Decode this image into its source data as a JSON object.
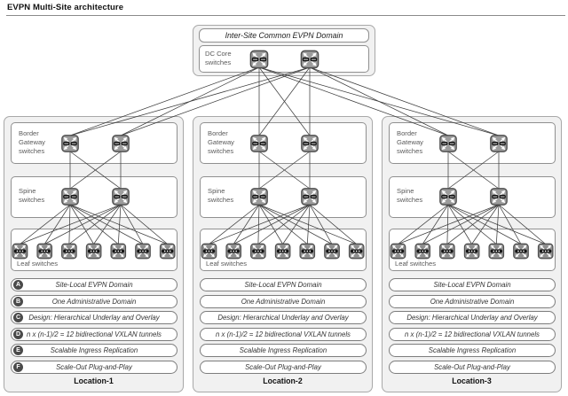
{
  "title": "EVPN Multi-Site architecture",
  "top": {
    "inter_site_label": "Inter-Site Common EVPN Domain",
    "dc_core_label": "DC Core switches"
  },
  "locations": [
    {
      "name": "Location-1",
      "bgw_label": "Border Gateway switches",
      "spine_label": "Spine switches",
      "leaf_label": "Leaf switches",
      "rows": [
        {
          "badge": "A",
          "text": "Site-Local EVPN Domain"
        },
        {
          "badge": "B",
          "text": "One Administrative Domain"
        },
        {
          "badge": "C",
          "text": "Design: Hierarchical Underlay and Overlay"
        },
        {
          "badge": "D",
          "text": "n x (n-1)/2 = 12 bidirectional VXLAN tunnels"
        },
        {
          "badge": "E",
          "text": "Scalable Ingress Replication"
        },
        {
          "badge": "F",
          "text": "Scale-Out Plug-and-Play"
        }
      ]
    },
    {
      "name": "Location-2",
      "bgw_label": "Border Gateway switches",
      "spine_label": "Spine switches",
      "leaf_label": "Leaf switches",
      "rows": [
        {
          "text": "Site-Local EVPN Domain"
        },
        {
          "text": "One Administrative Domain"
        },
        {
          "text": "Design: Hierarchical Underlay and Overlay"
        },
        {
          "text": "n x (n-1)/2 = 12 bidirectional VXLAN tunnels"
        },
        {
          "text": "Scalable Ingress Replication"
        },
        {
          "text": "Scale-Out Plug-and-Play"
        }
      ]
    },
    {
      "name": "Location-3",
      "bgw_label": "Border Gateway switches",
      "spine_label": "Spine switches",
      "leaf_label": "Leaf switches",
      "rows": [
        {
          "text": "Site-Local EVPN Domain"
        },
        {
          "text": "One Administrative Domain"
        },
        {
          "text": "Design: Hierarchical Underlay and Overlay"
        },
        {
          "text": "n x (n-1)/2 = 12 bidirectional VXLAN tunnels"
        },
        {
          "text": "Scalable Ingress Replication"
        },
        {
          "text": "Scale-Out Plug-and-Play"
        }
      ]
    }
  ],
  "icons": {
    "core_switch": "dc-core-switch-icon",
    "border_gateway_switch": "border-gateway-switch-icon",
    "spine_switch": "spine-switch-icon",
    "leaf_switch": "leaf-switch-icon"
  },
  "colors": {
    "panel_fill": "#f1f1f1",
    "panel_border": "#a8a8a8",
    "box_border": "#909090",
    "wire": "#3d3d3d",
    "badge_fill": "#4a4a4a",
    "switch_fill": "#9c9c9c"
  }
}
